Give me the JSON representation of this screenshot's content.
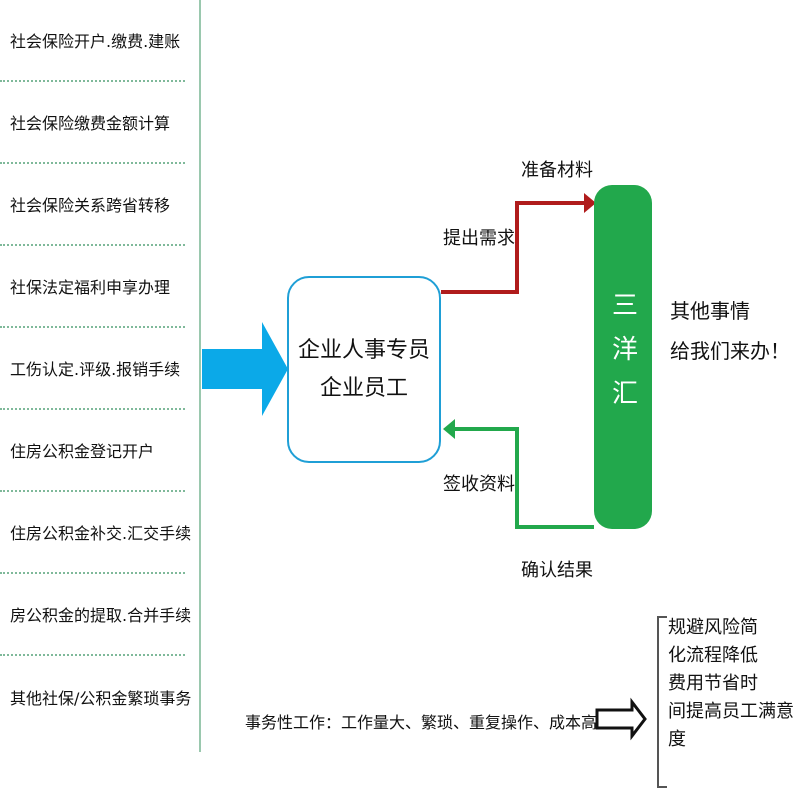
{
  "services": [
    "社会保险开户.缴费.建账",
    "社会保险缴费金额计算",
    "社会保险关系跨省转移",
    "社保法定福利申享办理",
    "工伤认定.评级.报销手续",
    "住房公积金登记开户",
    "住房公积金补交.汇交手续",
    "房公积金的提取.合并手续",
    "其他社保/公积金繁琐事务"
  ],
  "center_box": {
    "line1": "企业人事专员",
    "line2": "企业员工"
  },
  "provider": "三洋汇",
  "flow_labels": {
    "prepare": "准备材料",
    "request": "提出需求",
    "sign": "签收资料",
    "confirm": "确认结果"
  },
  "other_note": {
    "line1": "其他事情",
    "line2": "给我们来办！"
  },
  "bottom_text": "事务性工作：工作量大、繁琐、重复操作、成本高",
  "benefits": [
    "规避风险简",
    "化流程降低",
    "费用节省时",
    "间提高员工满意度"
  ],
  "colors": {
    "blue": "#1f9fd6",
    "green": "#22a84c",
    "red": "#b01c1c",
    "teal": "#0ba9e8"
  }
}
